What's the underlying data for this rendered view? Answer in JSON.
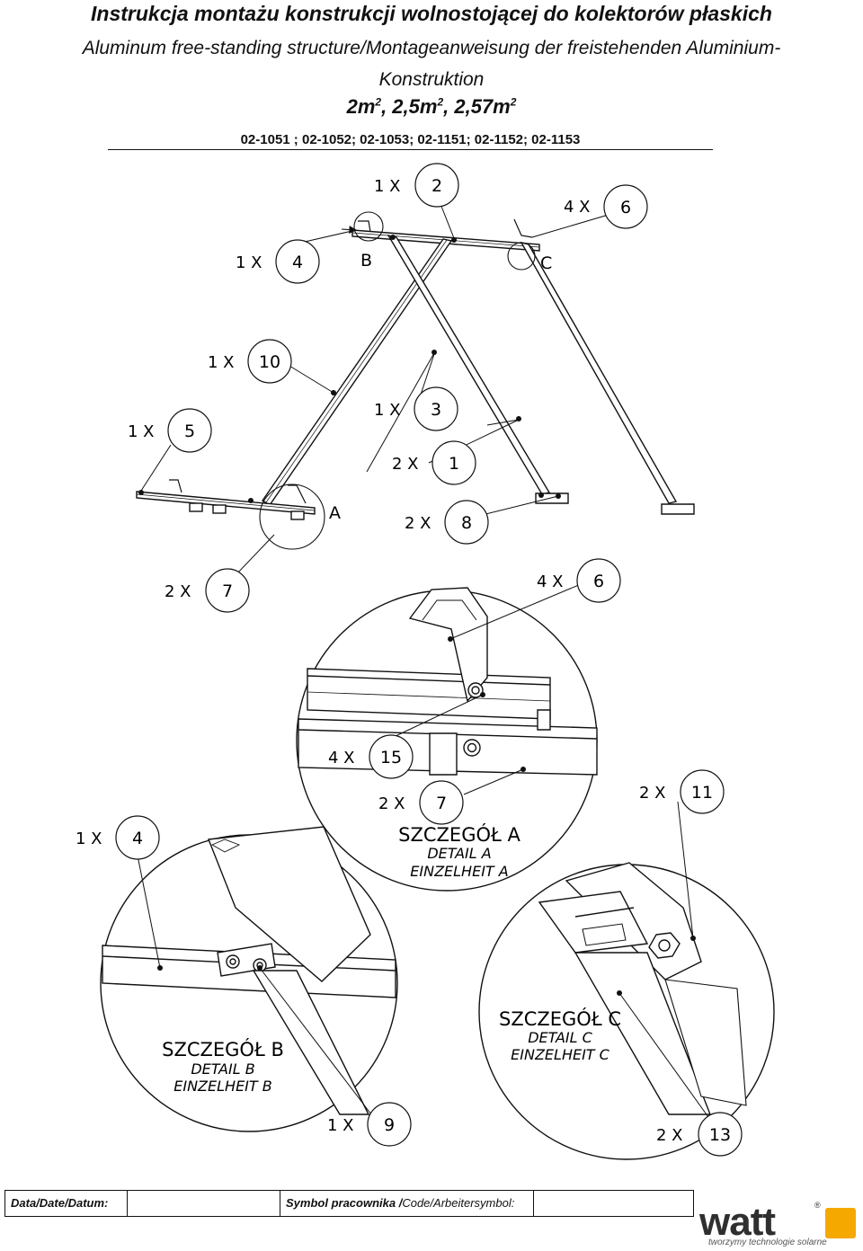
{
  "header": {
    "title": "Instrukcja montażu konstrukcji wolnostojącej do kolektorów płaskich",
    "subtitle_line1": "Aluminum free-standing structure/Montageanweisung der freistehenden Aluminium-",
    "subtitle_line2": "Konstruktion",
    "areas": {
      "a": "2m",
      "b": ", 2,5m",
      "c": ", 2,57m",
      "sup": "2"
    },
    "codes": "02-1051 ; 02-1052; 02-1053; 02-1151; 02-1152; 02-1153"
  },
  "callouts": {
    "c_2": {
      "qty": "1 X",
      "part": "2"
    },
    "c_6a": {
      "qty": "4 X",
      "part": "6"
    },
    "c_4a": {
      "qty": "1 X",
      "part": "4"
    },
    "c_10": {
      "qty": "1 X",
      "part": "10"
    },
    "c_5": {
      "qty": "1 X",
      "part": "5"
    },
    "c_3": {
      "qty": "1 X",
      "part": "3"
    },
    "c_1": {
      "qty": "2 X",
      "part": "1"
    },
    "c_8": {
      "qty": "2 X",
      "part": "8"
    },
    "c_7a": {
      "qty": "2 X",
      "part": "7"
    },
    "c_6b": {
      "qty": "4 X",
      "part": "6"
    },
    "c_15": {
      "qty": "4 X",
      "part": "15"
    },
    "c_7b": {
      "qty": "2 X",
      "part": "7"
    },
    "c_11": {
      "qty": "2 X",
      "part": "11"
    },
    "c_4b": {
      "qty": "1 X",
      "part": "4"
    },
    "c_9": {
      "qty": "1 X",
      "part": "9"
    },
    "c_13": {
      "qty": "2 X",
      "part": "13"
    }
  },
  "detail_letters": {
    "a": "A",
    "b": "B",
    "c": "C"
  },
  "details": {
    "a": {
      "pl": "SZCZEGÓŁ A",
      "en": "DETAIL A",
      "de": "EINZELHEIT A"
    },
    "b": {
      "pl": "SZCZEGÓŁ B",
      "en": "DETAIL B",
      "de": "EINZELHEIT B"
    },
    "c": {
      "pl": "SZCZEGÓŁ C",
      "en": "DETAIL C",
      "de": "EINZELHEIT C"
    }
  },
  "footer": {
    "date_label": "Data/Date/Datum:",
    "symbol_label_bold": "Symbol pracownika /",
    "symbol_label_rest": "Code/Arbeitersymbol:"
  },
  "logo": {
    "word": "watt",
    "reg": "®",
    "tagline": "tworzymy technologie solarne"
  },
  "colors": {
    "line": "#111111",
    "logo_accent": "#f5a800",
    "logo_text": "#2f2f2f"
  }
}
